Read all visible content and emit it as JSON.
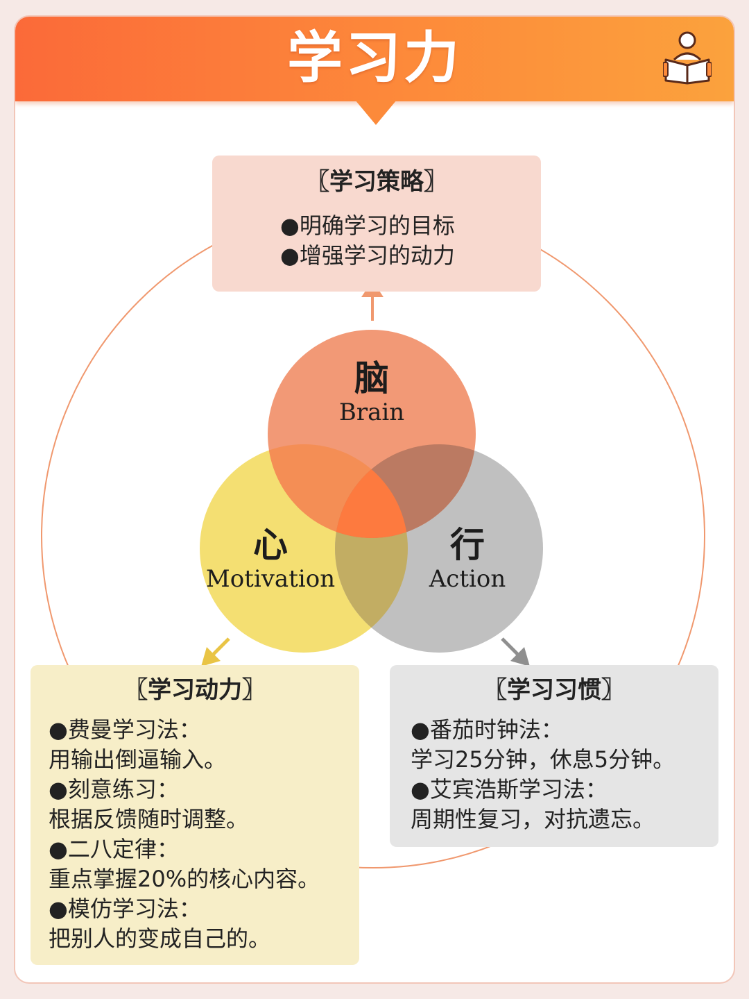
{
  "header": {
    "title": "学习力",
    "icon": "reader-book-icon"
  },
  "colors": {
    "header_start": "#fb6a39",
    "header_end": "#fba23d",
    "brain": "#f1906a",
    "motivation": "#f3dc63",
    "action": "#bdbdbd",
    "overlap_center": "#fd7a3f",
    "outer_ring": "#f0986e"
  },
  "venn": {
    "brain": {
      "zh": "脑",
      "en": "Brain"
    },
    "motivation": {
      "zh": "心",
      "en": "Motivation"
    },
    "action": {
      "zh": "行",
      "en": "Action"
    }
  },
  "strategy": {
    "title": "〖学习策略〗",
    "lines": [
      "●明确学习的目标",
      "●增强学习的动力"
    ]
  },
  "motivation_box": {
    "title": "〖学习动力〗",
    "lines": [
      "●费曼学习法：",
      "用输出倒逼输入。",
      "●刻意练习：",
      "根据反馈随时调整。",
      "●二八定律：",
      "重点掌握20%的核心内容。",
      "●模仿学习法：",
      "把别人的变成自己的。"
    ]
  },
  "habit_box": {
    "title": "〖学习习惯〗",
    "lines": [
      "●番茄时钟法：",
      "学习25分钟，休息5分钟。",
      "●艾宾浩斯学习法：",
      "周期性复习，对抗遗忘。"
    ]
  }
}
